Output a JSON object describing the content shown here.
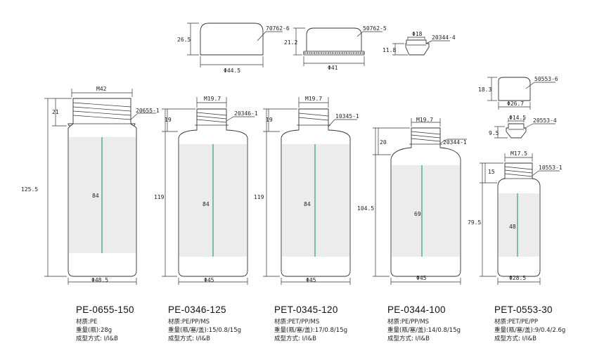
{
  "caps": [
    {
      "code": "70762-6",
      "height": "26.5",
      "diameter": "Φ44.5"
    },
    {
      "code": "50762-5",
      "height": "21.2",
      "diameter": "Φ41"
    },
    {
      "code": "20344-4",
      "height": "11.8",
      "diameter": "Φ18"
    },
    {
      "code": "50553-6",
      "height": "18.3",
      "diameter": "Φ26.7"
    },
    {
      "code": "20553-4",
      "height": "9.5",
      "diameter": "Φ14.5"
    }
  ],
  "bottles": [
    {
      "model": "PE-0655-150",
      "neck": "M42",
      "neck_code": "20655-1",
      "neck_height": "21",
      "height": "125.5",
      "label_height": "84",
      "diameter": "Φ48.5",
      "material": "材质:PE",
      "weight": "重量(瓶):28g",
      "process": "成型方式: I/I&B"
    },
    {
      "model": "PE-0346-125",
      "neck": "M19.7",
      "neck_code": "20346-1",
      "neck_height": "19",
      "height": "119",
      "label_height": "84",
      "diameter": "Φ45",
      "material": "材质:PE/PP/MS",
      "weight": "重量(瓶/塞/盖):15/0.8/15g",
      "process": "成型方式: I/I&B"
    },
    {
      "model": "PET-0345-120",
      "neck": "M19.7",
      "neck_code": "10345-1",
      "neck_height": "19",
      "height": "119",
      "label_height": "84",
      "diameter": "Φ45",
      "material": "材质:PET/PP/MS",
      "weight": "重量(瓶/塞/盖):17/0.8/15g",
      "process": "成型方式: I/I&B"
    },
    {
      "model": "PE-0344-100",
      "neck": "M19.7",
      "neck_code": "20344-1",
      "neck_height": "20",
      "height": "104.5",
      "label_height": "69",
      "diameter": "Φ45",
      "material": "材质:PE/PP/MS",
      "weight": "重量(瓶/塞/盖):14/0.8/15g",
      "process": "成型方式: I/I&B"
    },
    {
      "model": "PET-0553-30",
      "neck": "M17.5",
      "neck_code": "10553-1",
      "neck_height": "15",
      "height": "79.5",
      "label_height": "48",
      "diameter": "Φ28.5",
      "material": "材质:PET/PE/PP",
      "weight": "重量(瓶/塞/盖):9/0.4/2.6g",
      "process": "成型方式: I/I&B"
    }
  ]
}
